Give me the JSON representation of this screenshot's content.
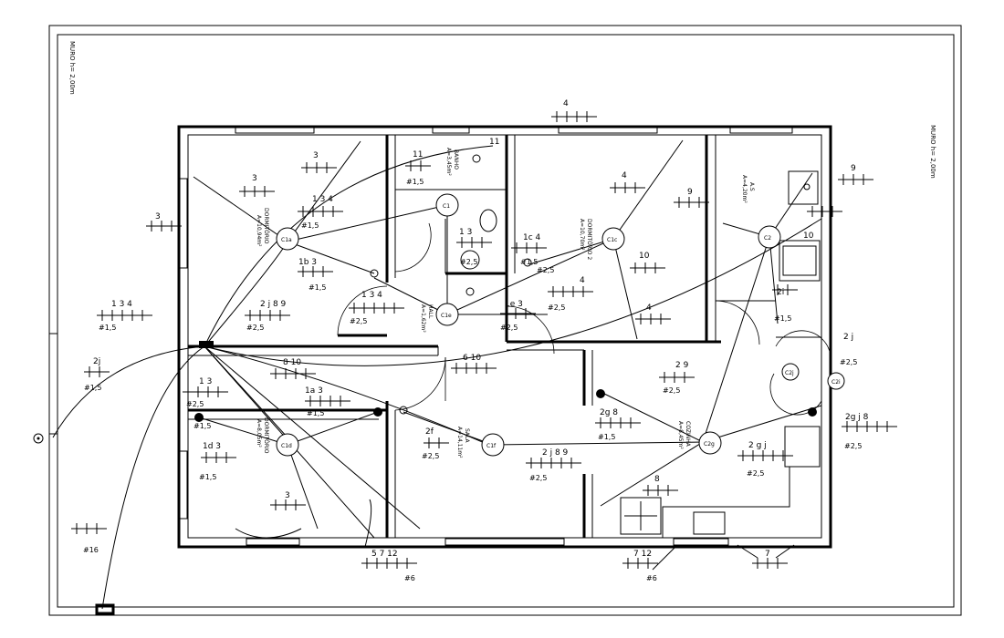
{
  "wall_notes": {
    "left": "MURO h= 2,00m",
    "right": "MURO h= 2,00m"
  },
  "rooms": {
    "dorm_upper_left": "DORMITÓRIO",
    "dorm_upper_left_area": "A=10,94m²",
    "bath": "BANHO",
    "bath_area": "A=3,45m²",
    "dorm_2": "DORMITÓRIO 2",
    "dorm_2_area": "A=10,70m²",
    "service": "A.S",
    "service_area": "A=4,20m²",
    "hall": "HALL",
    "hall_area": "A=1,62m²",
    "dorm_lower": "DORMITÓRIO",
    "dorm_lower_area": "A=8,05m²",
    "living": "SALA",
    "living_area": "A=14,11m²",
    "kitchen": "COZINHA",
    "kitchen_area": "A=8,45m²"
  },
  "lamps": [
    {
      "id": "lamp-1a",
      "label": "C1a"
    },
    {
      "id": "lamp-1b",
      "label": "C1"
    },
    {
      "id": "lamp-1e",
      "label": "C1e"
    },
    {
      "id": "lamp-1c",
      "label": "C1c"
    },
    {
      "id": "lamp-2",
      "label": "C2"
    },
    {
      "id": "lamp-1d",
      "label": "C1d"
    },
    {
      "id": "lamp-1f",
      "label": "C1f"
    },
    {
      "id": "lamp-2g",
      "label": "C2g"
    },
    {
      "id": "lamp-2j",
      "label": "C2j"
    },
    {
      "id": "lamp-2i",
      "label": "C2i"
    }
  ],
  "circuit_labels": [
    {
      "id": "c-top-4",
      "text": "4"
    },
    {
      "id": "c-dorm-3a",
      "text": "3"
    },
    {
      "id": "c-dorm-3b",
      "text": "3"
    },
    {
      "id": "c-dorm-1-3-4",
      "text": "1   3   4"
    },
    {
      "id": "c-dorm-1b-3",
      "text": "1b   3"
    },
    {
      "id": "c-wall-3",
      "text": "3"
    },
    {
      "id": "c-ent-1-3-4",
      "text": "1    3    4"
    },
    {
      "id": "c-hall-2j-8-9",
      "text": "2 j   8   9"
    },
    {
      "id": "c-hall-1-3-4",
      "text": "1     3     4"
    },
    {
      "id": "c-bath-11",
      "text": "11"
    },
    {
      "id": "c-bath-1-3",
      "text": "1   3"
    },
    {
      "id": "c-bath-11b",
      "text": "11"
    },
    {
      "id": "c-d2-4",
      "text": "4"
    },
    {
      "id": "c-d2-1c-4",
      "text": "1c    4"
    },
    {
      "id": "c-d2-1e-3",
      "text": "1e   3"
    },
    {
      "id": "c-d2-4b",
      "text": "4"
    },
    {
      "id": "c-d2-10",
      "text": "10"
    },
    {
      "id": "c-d2-4c",
      "text": "4"
    },
    {
      "id": "c-d2-9",
      "text": "9"
    },
    {
      "id": "c-as-9",
      "text": "9"
    },
    {
      "id": "c-as-10",
      "text": "10"
    },
    {
      "id": "c-as-2i",
      "text": "2i"
    },
    {
      "id": "c-as-2j",
      "text": "2 j"
    },
    {
      "id": "c-out-2j",
      "text": "2j"
    },
    {
      "id": "c-liv-6-10",
      "text": "6   10"
    },
    {
      "id": "c-liv-2f",
      "text": "2f"
    },
    {
      "id": "c-liv-2-j-8-9",
      "text": "2  j   8   9"
    },
    {
      "id": "c-ld-8-10",
      "text": "8    10"
    },
    {
      "id": "c-ld-1-3",
      "text": "1    3"
    },
    {
      "id": "c-ld-1a-3",
      "text": "1a       3"
    },
    {
      "id": "c-ld-1d-3",
      "text": "1d      3"
    },
    {
      "id": "c-ld-3",
      "text": "3"
    },
    {
      "id": "c-k-2-9",
      "text": "2      9"
    },
    {
      "id": "c-k-2g-8",
      "text": "2g       8"
    },
    {
      "id": "c-k-2-g-j",
      "text": "2    g    j"
    },
    {
      "id": "c-k-8",
      "text": "8"
    },
    {
      "id": "c-k-2g-j-8",
      "text": "2g   j    8"
    },
    {
      "id": "c-bot-5-7-12",
      "text": "5     7    12"
    },
    {
      "id": "c-bot-7-12",
      "text": "7    12"
    },
    {
      "id": "c-bot-7",
      "text": "7"
    }
  ],
  "gauge_labels": [
    {
      "id": "g1",
      "text": "#1,5"
    },
    {
      "id": "g2",
      "text": "#2,5"
    },
    {
      "id": "g3",
      "text": "#1,5"
    },
    {
      "id": "g4",
      "text": "#1,5"
    },
    {
      "id": "g5",
      "text": "#2,5"
    },
    {
      "id": "g6",
      "text": "#2,5"
    },
    {
      "id": "g7",
      "text": "#1,5"
    },
    {
      "id": "g8",
      "text": "#2,5"
    },
    {
      "id": "g9",
      "text": "#2,5"
    },
    {
      "id": "g10",
      "text": "#2,5"
    },
    {
      "id": "g11",
      "text": "#1,5"
    },
    {
      "id": "g12",
      "text": "#2,5"
    },
    {
      "id": "g13",
      "text": "#1,5"
    },
    {
      "id": "g14",
      "text": "#2,5"
    },
    {
      "id": "g15",
      "text": "#1,5"
    },
    {
      "id": "g16",
      "text": "#2,5"
    },
    {
      "id": "g17",
      "text": "#2,5"
    },
    {
      "id": "g18",
      "text": "#2,5"
    },
    {
      "id": "g19",
      "text": "#1,5"
    },
    {
      "id": "g20",
      "text": "#2,5"
    },
    {
      "id": "g21",
      "text": "#2,5"
    },
    {
      "id": "g22",
      "text": "#6"
    },
    {
      "id": "g23",
      "text": "#6"
    },
    {
      "id": "g24",
      "text": "#16"
    },
    {
      "id": "g25",
      "text": "#1,5"
    },
    {
      "id": "g26",
      "text": "#1,5"
    },
    {
      "id": "g27",
      "text": "#1,5"
    }
  ]
}
